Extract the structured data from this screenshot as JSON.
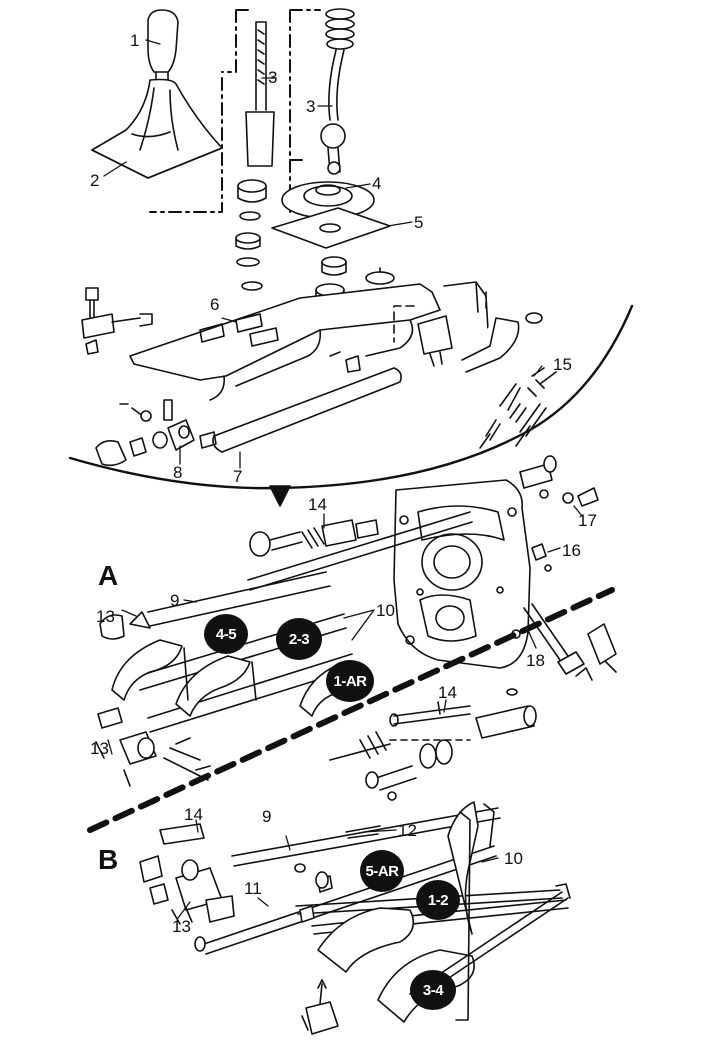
{
  "sections": [
    "A",
    "B"
  ],
  "callouts": [
    "1",
    "2",
    "3",
    "3",
    "4",
    "5",
    "6",
    "7",
    "8",
    "9",
    "10",
    "11",
    "12",
    "13",
    "13",
    "13",
    "14",
    "14",
    "14",
    "15",
    "16",
    "17",
    "18",
    "9",
    "10"
  ],
  "gear_badges": [
    "4-5",
    "2-3",
    "1-AR",
    "5-AR",
    "1-2",
    "3-4"
  ],
  "colors": {
    "ink": "#111111",
    "paper": "#ffffff",
    "badge_text": "#ffffff"
  }
}
